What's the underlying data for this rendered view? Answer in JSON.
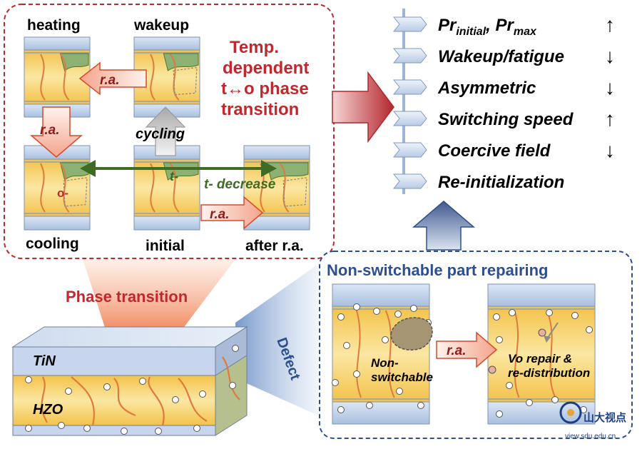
{
  "phase_panel": {
    "heading_lines": [
      "Temp.",
      "dependent",
      "t↔o phase",
      "transition"
    ],
    "cells": {
      "heating": "heating",
      "wakeup": "wakeup",
      "cooling": "cooling",
      "initial": "initial",
      "after": "after r.a."
    },
    "arrow_ra": "r.a.",
    "arrow_cycling": "cycling",
    "t_label": "t-",
    "o_label": "o-",
    "t_decrease": "t- decrease"
  },
  "phase_transition_label": "Phase transition",
  "defect_label": "Defect",
  "slab": {
    "top_layer": "TiN",
    "mid_layer": "HZO"
  },
  "repair_panel": {
    "title": "Non-switchable part repairing",
    "non_switchable": [
      "Non-",
      "switchable"
    ],
    "arrow_ra": "r.a.",
    "vo_repair": [
      "Vo repair &",
      "re-distribution"
    ]
  },
  "properties": [
    {
      "name": "Pr",
      "sub": "initial",
      "sep": ", ",
      "name2": "Pr",
      "sub2": "max",
      "trend": "↑"
    },
    {
      "name": "Wakeup/fatigue",
      "trend": "↓"
    },
    {
      "name": "Asymmetric",
      "trend": "↓"
    },
    {
      "name": "Switching speed",
      "trend": "↑"
    },
    {
      "name": "Coercive field",
      "trend": "↓"
    },
    {
      "name": "Re-initialization",
      "trend": ""
    }
  ],
  "watermark": {
    "text": "山大视点",
    "url": "view.sdu.edu.cn"
  },
  "colors": {
    "red_border": "#c0282d",
    "blue_border": "#2e4f8f",
    "film_yellow": "#f7cf5a",
    "electrode_blue": "#b7cbe6",
    "green_phase": "#8db173",
    "arrow_green": "#3f6b22"
  }
}
